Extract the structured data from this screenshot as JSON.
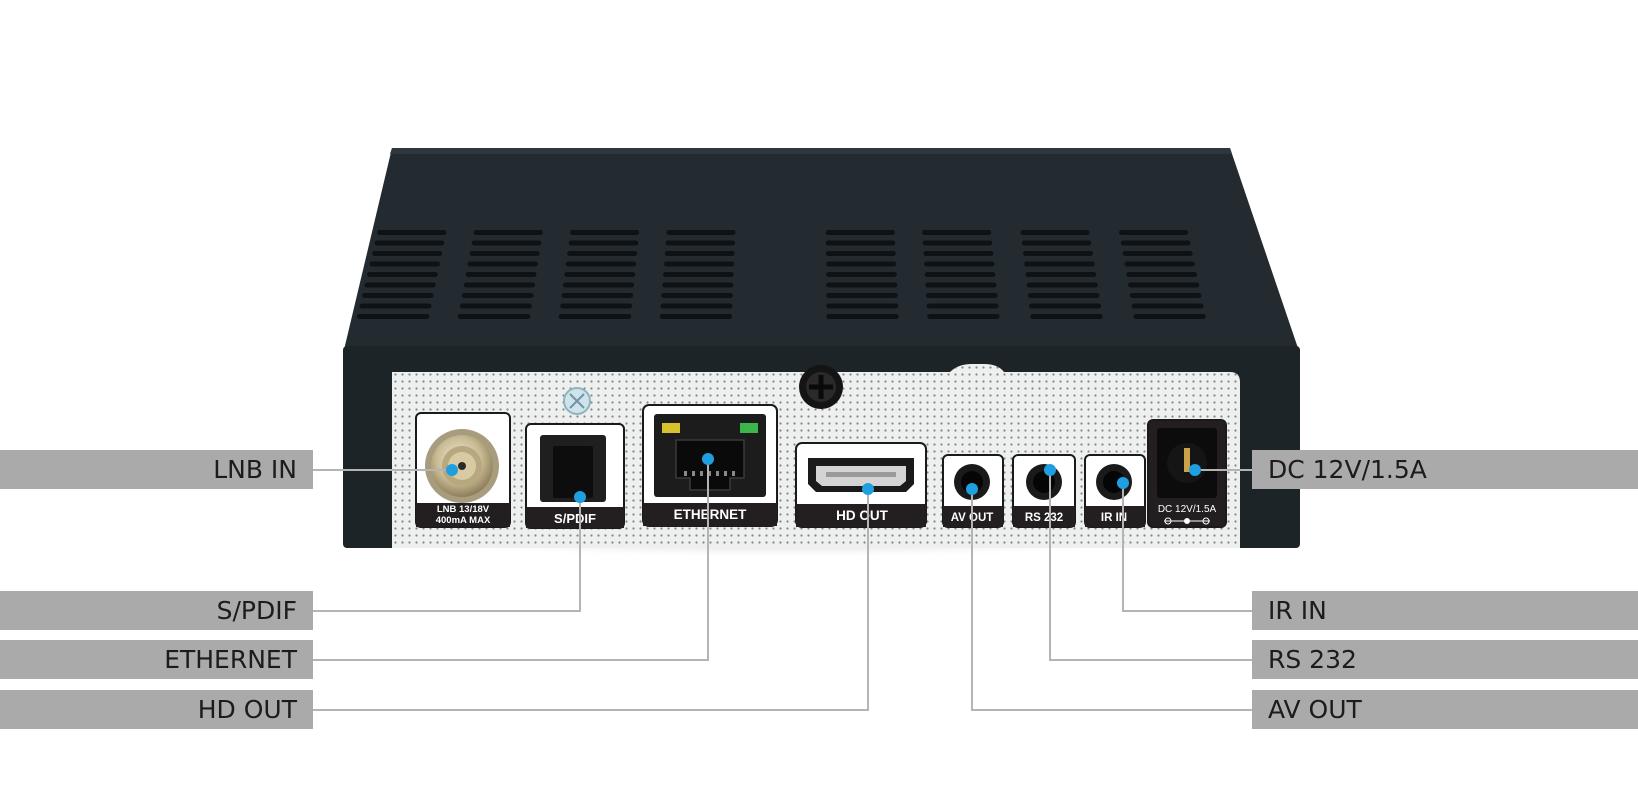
{
  "callouts": {
    "lnb_in": "LNB IN",
    "spdif": "S/PDIF",
    "ethernet": "ETHERNET",
    "hd_out": "HD OUT",
    "dc_power": "DC 12V/1.5A",
    "ir_in": "IR IN",
    "rs232": "RS 232",
    "av_out": "AV OUT"
  },
  "port_labels": {
    "lnb_line1": "LNB 13/18V",
    "lnb_line2": "400mA MAX",
    "spdif": "S/PDIF",
    "ethernet": "ETHERNET",
    "hd_out": "HD OUT",
    "av_out": "AV OUT",
    "rs232": "RS 232",
    "ir_in": "IR IN",
    "dc": "DC 12V/1.5A"
  },
  "colors": {
    "marker": "#1ea0e0",
    "leader_line": "#b4b4b4",
    "callout_bar": "#aaaaaa",
    "case": "#222a2f",
    "panel": "#eef0ef"
  }
}
